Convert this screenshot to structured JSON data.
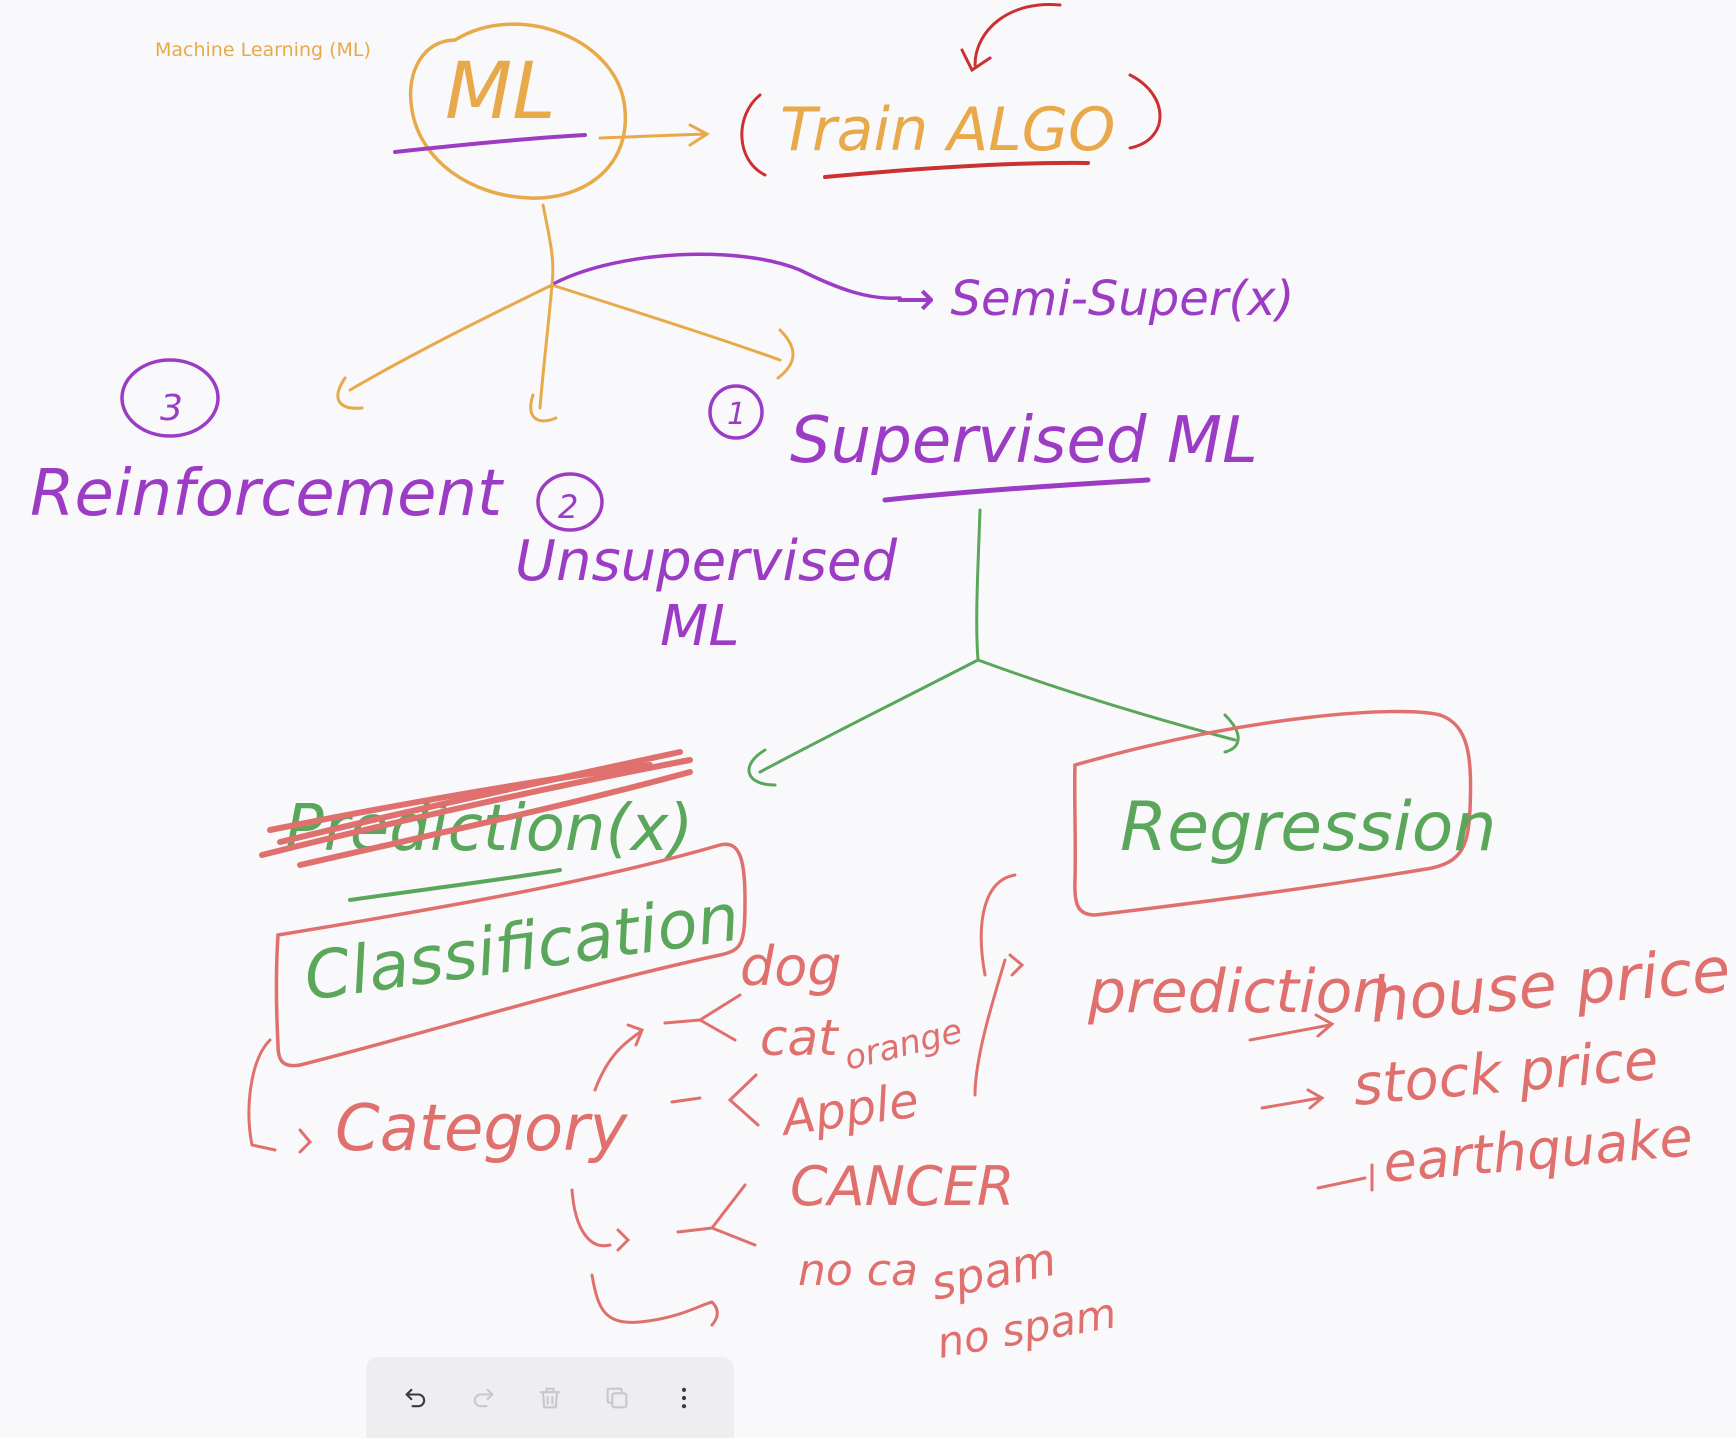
{
  "page_title": "Machine Learning (ML)",
  "colors": {
    "orange": "#e8a94a",
    "purple": "#9c3cc4",
    "green": "#5aa65a",
    "red_pink": "#e0706e",
    "dark_red": "#cc3030",
    "toolbar_bg": "#eeeef1",
    "icon": "#3a3a3f",
    "icon_disabled": "#9a9aa2"
  },
  "notes": {
    "ml": "ML",
    "train_algo": "(Train ALGO)",
    "semi_supervised": "→ Semi-Super(x)",
    "num_1": "1",
    "num_2": "2",
    "num_3": "3",
    "supervised": "Supervised ML",
    "unsupervised_line1": "Unsupervised",
    "unsupervised_line2": "ML",
    "reinforcement": "Reinforcement",
    "prediction_struck": "Prediction(x)",
    "classification": "Classification",
    "regression": "Regression",
    "category": "Category",
    "dog": "dog",
    "cat": "cat",
    "orange": "orange",
    "apple": "Apple",
    "cancer": "CANCER",
    "no_cancer": "no ca",
    "spam": "spam",
    "no_spam": "no spam",
    "prediction": "prediction",
    "house_price": "house price",
    "stock_price": "stock price",
    "earthquake": "earthquake"
  },
  "toolbar": {
    "undo": "undo-icon",
    "redo": "redo-icon",
    "delete": "trash-icon",
    "duplicate": "duplicate-icon",
    "more": "more-vertical-icon"
  }
}
